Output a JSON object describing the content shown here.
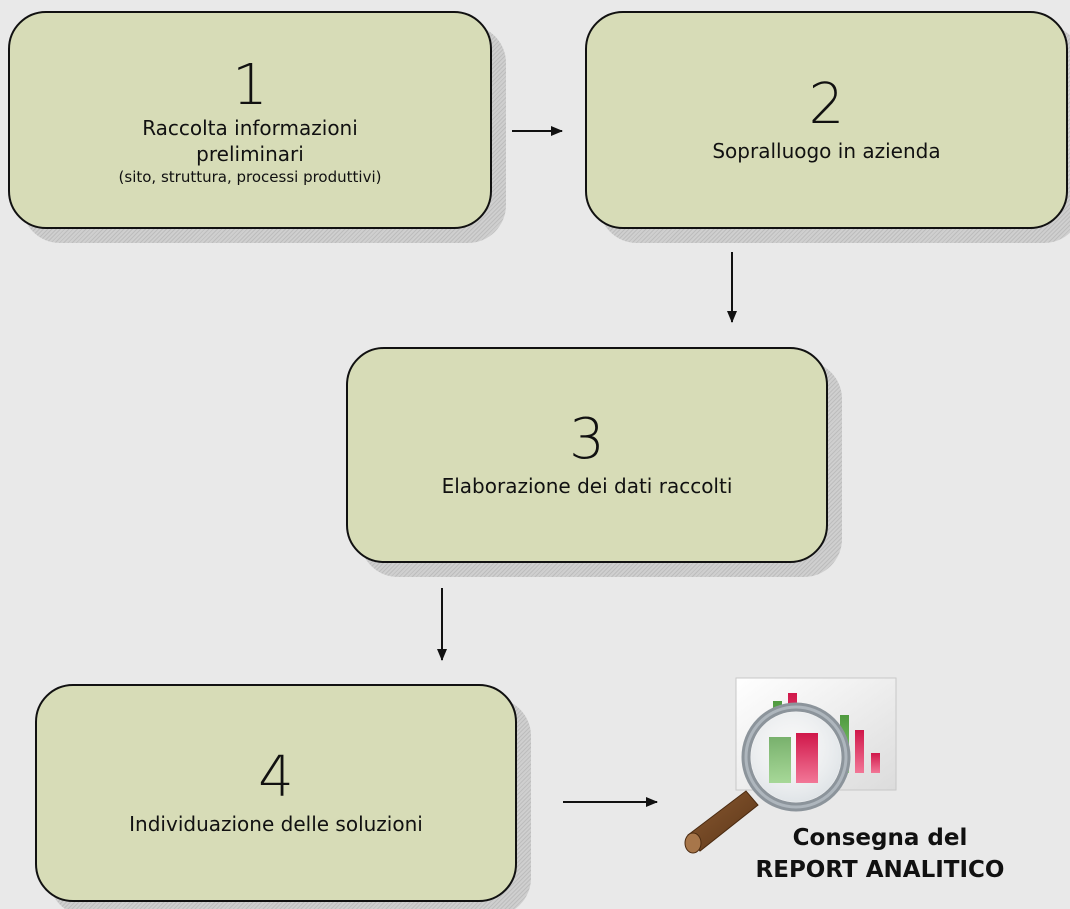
{
  "steps": [
    {
      "number": "1",
      "title": "Raccolta informazioni preliminari",
      "subtitle": "(sito, struttura, processi produttivi)"
    },
    {
      "number": "2",
      "title": "Sopralluogo in azienda"
    },
    {
      "number": "3",
      "title": "Elaborazione dei dati raccolti"
    },
    {
      "number": "4",
      "title": "Individuazione delle soluzioni"
    }
  ],
  "report": {
    "line1": "Consegna del",
    "line2": "REPORT ANALITICO",
    "icon": "magnifier-chart-icon"
  },
  "colors": {
    "box_fill": "#d7dcb7",
    "background": "#e9e9e9",
    "bar_green": "#6fbf5a",
    "bar_pink": "#e8305f"
  }
}
